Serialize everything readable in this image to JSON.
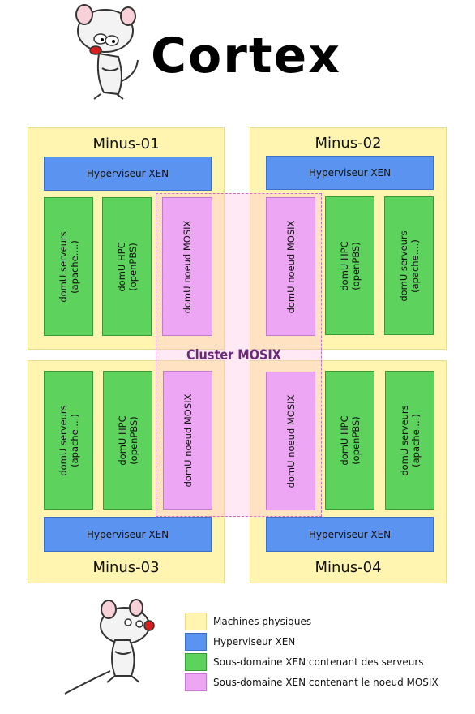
{
  "logo": {
    "title": "Cortex"
  },
  "colors": {
    "machine": "#fff5b0",
    "hypervisor": "#5b93f0",
    "server_domu": "#5dd35d",
    "mosix_domu": "#eca6f3",
    "cluster_label": "#6b2a78"
  },
  "machines": [
    {
      "name": "Minus-01",
      "hypervisor": "Hyperviseur XEN"
    },
    {
      "name": "Minus-02",
      "hypervisor": "Hyperviseur XEN"
    },
    {
      "name": "Minus-03",
      "hypervisor": "Hyperviseur XEN"
    },
    {
      "name": "Minus-04",
      "hypervisor": "Hyperviseur XEN"
    }
  ],
  "domu": {
    "servers": {
      "line1": "domU serveurs",
      "line2": "(apache....)"
    },
    "hpc": {
      "line1": "domU HPC",
      "line2": "(openPBS)"
    },
    "mosix": {
      "line1": "domU  noeud MOSIX"
    }
  },
  "cluster": {
    "label": "Cluster MOSIX"
  },
  "legend": [
    {
      "label": "Machines physiques",
      "color": "#fff5b0"
    },
    {
      "label": "Hyperviseur XEN",
      "color": "#5b93f0"
    },
    {
      "label": "Sous-domaine XEN contenant des serveurs",
      "color": "#5dd35d"
    },
    {
      "label": "Sous-domaine XEN contenant le noeud MOSIX",
      "color": "#eca6f3"
    }
  ]
}
